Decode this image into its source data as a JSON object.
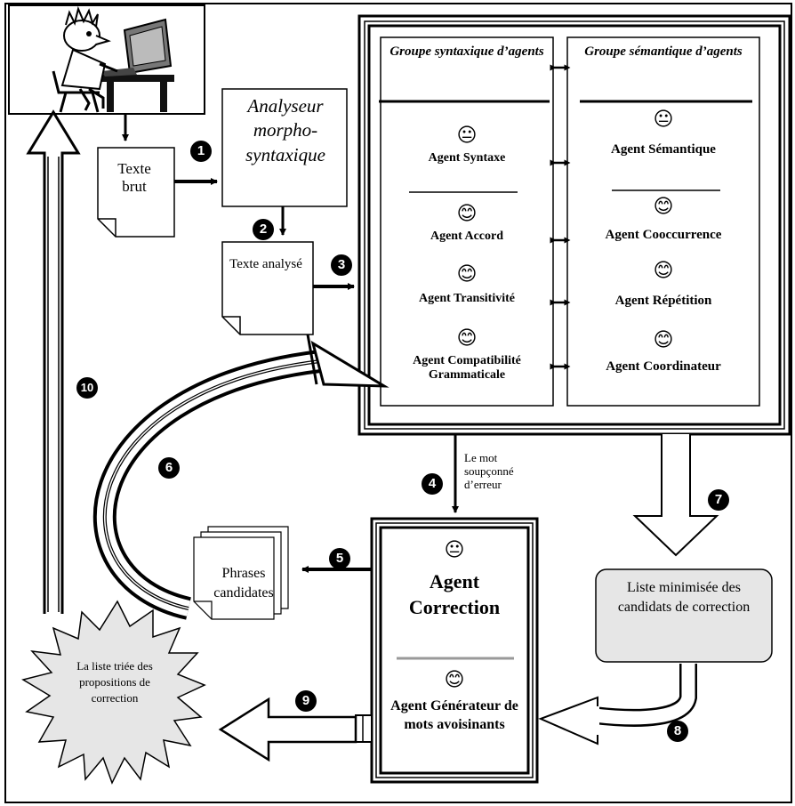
{
  "groups": {
    "syntactic_title": "Groupe syntaxique d’agents",
    "semantic_title": "Groupe sémantique d’agents"
  },
  "syntactic_agents": [
    {
      "label": "Agent Syntaxe",
      "face": "😐"
    },
    {
      "label": "Agent Accord",
      "face": "😊"
    },
    {
      "label": "Agent Transitivité",
      "face": "😊"
    },
    {
      "label": "Agent Compatibilité Grammaticale",
      "face": "😊"
    }
  ],
  "semantic_agents": [
    {
      "label": "Agent Sémantique",
      "face": "😐"
    },
    {
      "label": "Agent Cooccurrence",
      "face": "😊"
    },
    {
      "label": "Agent Répétition",
      "face": "😊"
    },
    {
      "label": "Agent Coordinateur",
      "face": "😊"
    }
  ],
  "nodes": {
    "texte_brut": "Texte brut",
    "analyseur": "Analyseur morpho-syntaxique",
    "texte_analyse": "Texte analysé",
    "suspect_word": "Le mot soupçonné d’erreur",
    "phrases_candidates": "Phrases candidates",
    "agent_correction": "Agent Correction",
    "agent_correction_face": "😐",
    "agent_generateur": "Agent Générateur de mots avoisinants",
    "agent_generateur_face": "😊",
    "liste_minimisee": "Liste minimisée des candidats de correction",
    "liste_triee": "La liste triée des propositions de correction"
  },
  "steps": [
    "1",
    "2",
    "3",
    "4",
    "5",
    "6",
    "7",
    "8",
    "9",
    "10"
  ],
  "colors": {
    "line": "#000000",
    "box_fill": "#e6e6e6",
    "separator": "#999999"
  }
}
